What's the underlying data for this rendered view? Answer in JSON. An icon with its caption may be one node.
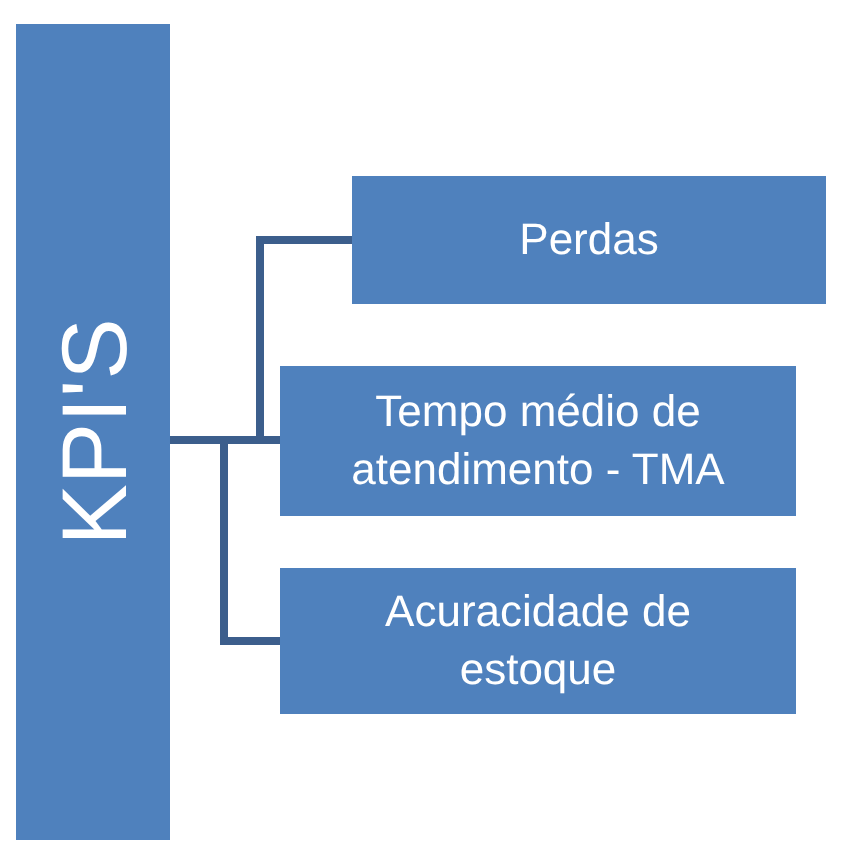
{
  "diagram": {
    "nodes": [
      {
        "text": [
          "KPI'S"
        ]
      },
      {
        "text": [
          "Perdas"
        ]
      },
      {
        "text": [
          "Tempo médio de atendimento - TMA"
        ]
      },
      {
        "text": [
          "Acuracidade de estoque"
        ]
      }
    ],
    "edges": [
      {
        "from": 0,
        "to": 1,
        "arrow": "none"
      },
      {
        "from": 0,
        "to": 2,
        "arrow": "none"
      },
      {
        "from": 0,
        "to": 3,
        "arrow": "none"
      }
    ]
  }
}
